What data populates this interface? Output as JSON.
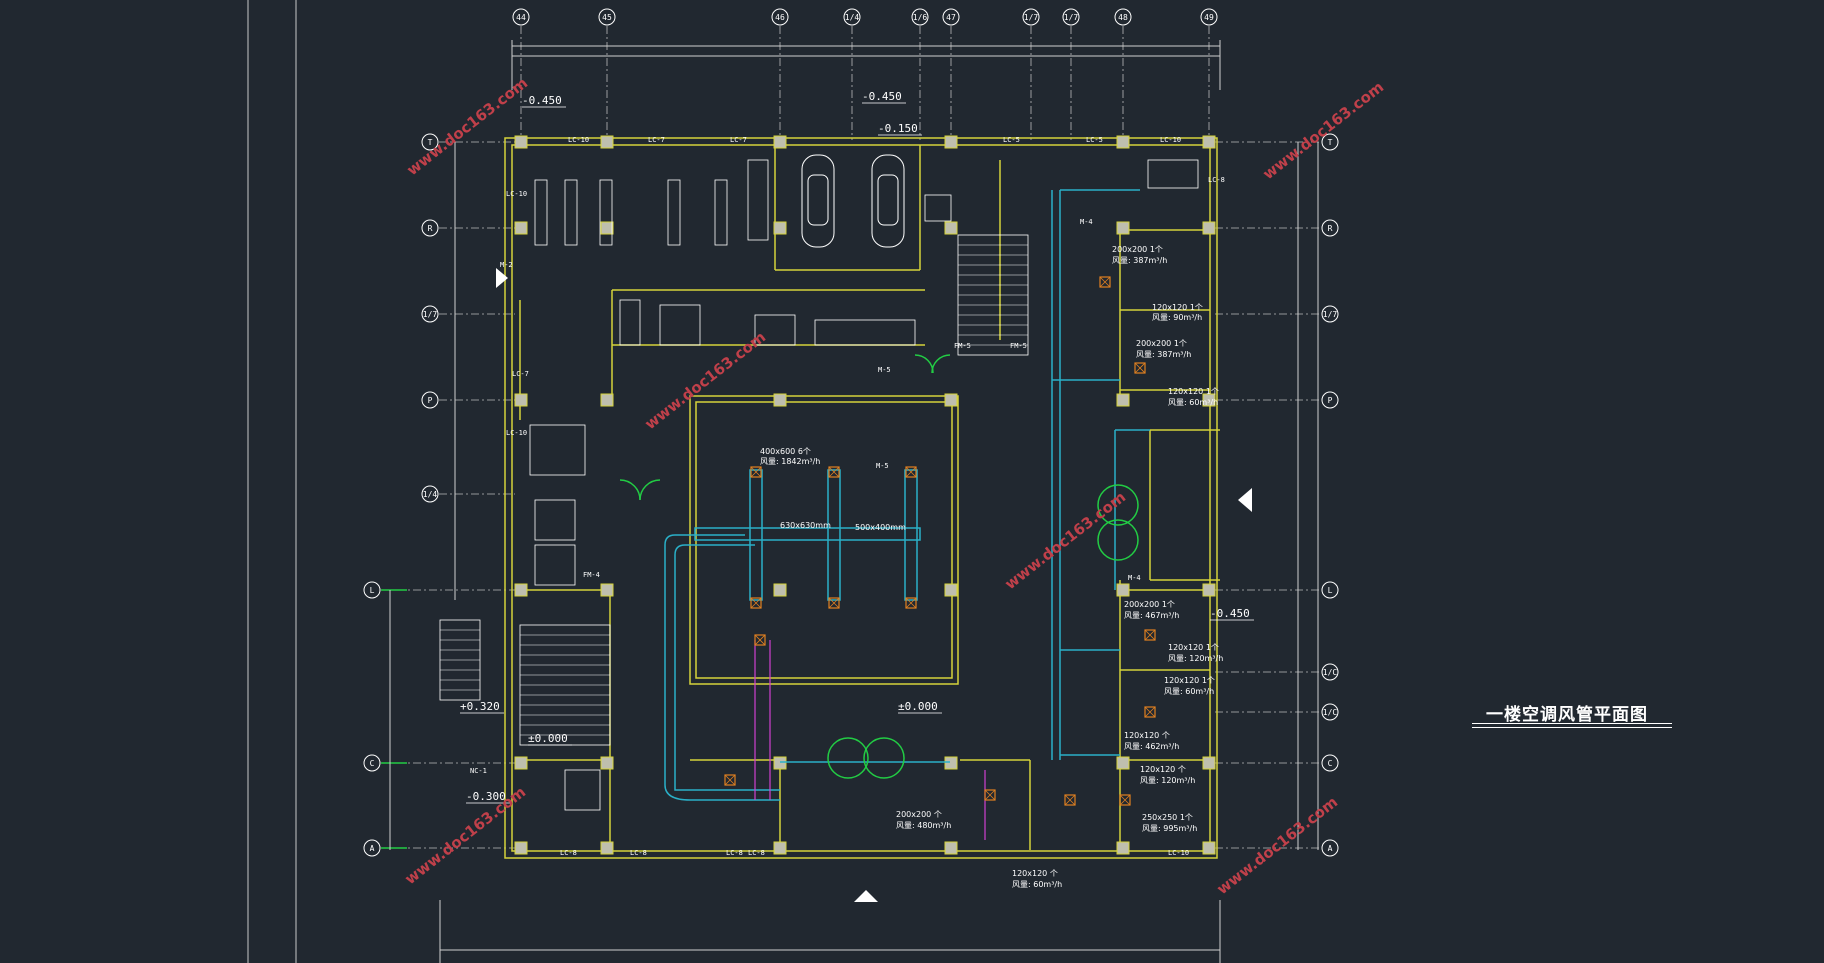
{
  "drawing": {
    "title": "一楼空调风管平面图",
    "watermark": "www.doc163.com",
    "grid_top": [
      "44",
      "45",
      "46",
      "1/4",
      "1/6",
      "47",
      "1/7",
      "1/7",
      "48",
      "49"
    ],
    "grid_left": [
      "T",
      "R",
      "1/7",
      "P",
      "1/4",
      "L",
      "C",
      "A"
    ],
    "grid_right": [
      "T",
      "R",
      "1/7",
      "P",
      "L",
      "1/C",
      "1/C",
      "C",
      "A"
    ],
    "elevations": [
      "-0.450",
      "-0.450",
      "-0.150",
      "-0.450",
      "+0.320",
      "±0.000",
      "-0.300",
      "±0.000"
    ],
    "duct_labels": [
      "200x200 1个",
      "风量: 387m³/h",
      "120x120 1个",
      "风量: 90m³/h",
      "200x200 1个",
      "风量: 387m³/h",
      "120x120 1个",
      "风量: 60m³/h",
      "400x600 6个",
      "风量: 1842m³/h",
      "630x630mm",
      "500x400mm",
      "200x200 1个",
      "风量: 467m³/h",
      "120x120 1个",
      "风量: 120m³/h",
      "120x120 1个",
      "风量: 60m³/h",
      "120x120 个",
      "风量: 462m³/h",
      "120x120 个",
      "风量: 120m³/h",
      "250x250 1个",
      "风量: 995m³/h",
      "200x200 个",
      "风量: 480m³/h",
      "120x120 个",
      "风量: 60m³/h"
    ],
    "door_labels": [
      "LC-10",
      "LC-7",
      "LC-7",
      "LC-5",
      "LC-5",
      "LC-10",
      "LC-10",
      "LC-8",
      "LC-8",
      "LC-8",
      "LC-8",
      "LC-10",
      "M-4",
      "M-5",
      "M-5",
      "M-4",
      "M-2",
      "FM-4",
      "FM-5",
      "FM-5",
      "NC-1",
      "LC-10",
      "LC-7",
      "LC-8"
    ],
    "colors": {
      "background": "#212830",
      "wall": "#d6d33a",
      "duct": "#2ab0c8",
      "grid": "#ffffff",
      "fixture": "#ffffff",
      "watermark": "#c0404a",
      "door": "#22cc44",
      "magenta": "#d040d0",
      "orange": "#e08020"
    }
  }
}
